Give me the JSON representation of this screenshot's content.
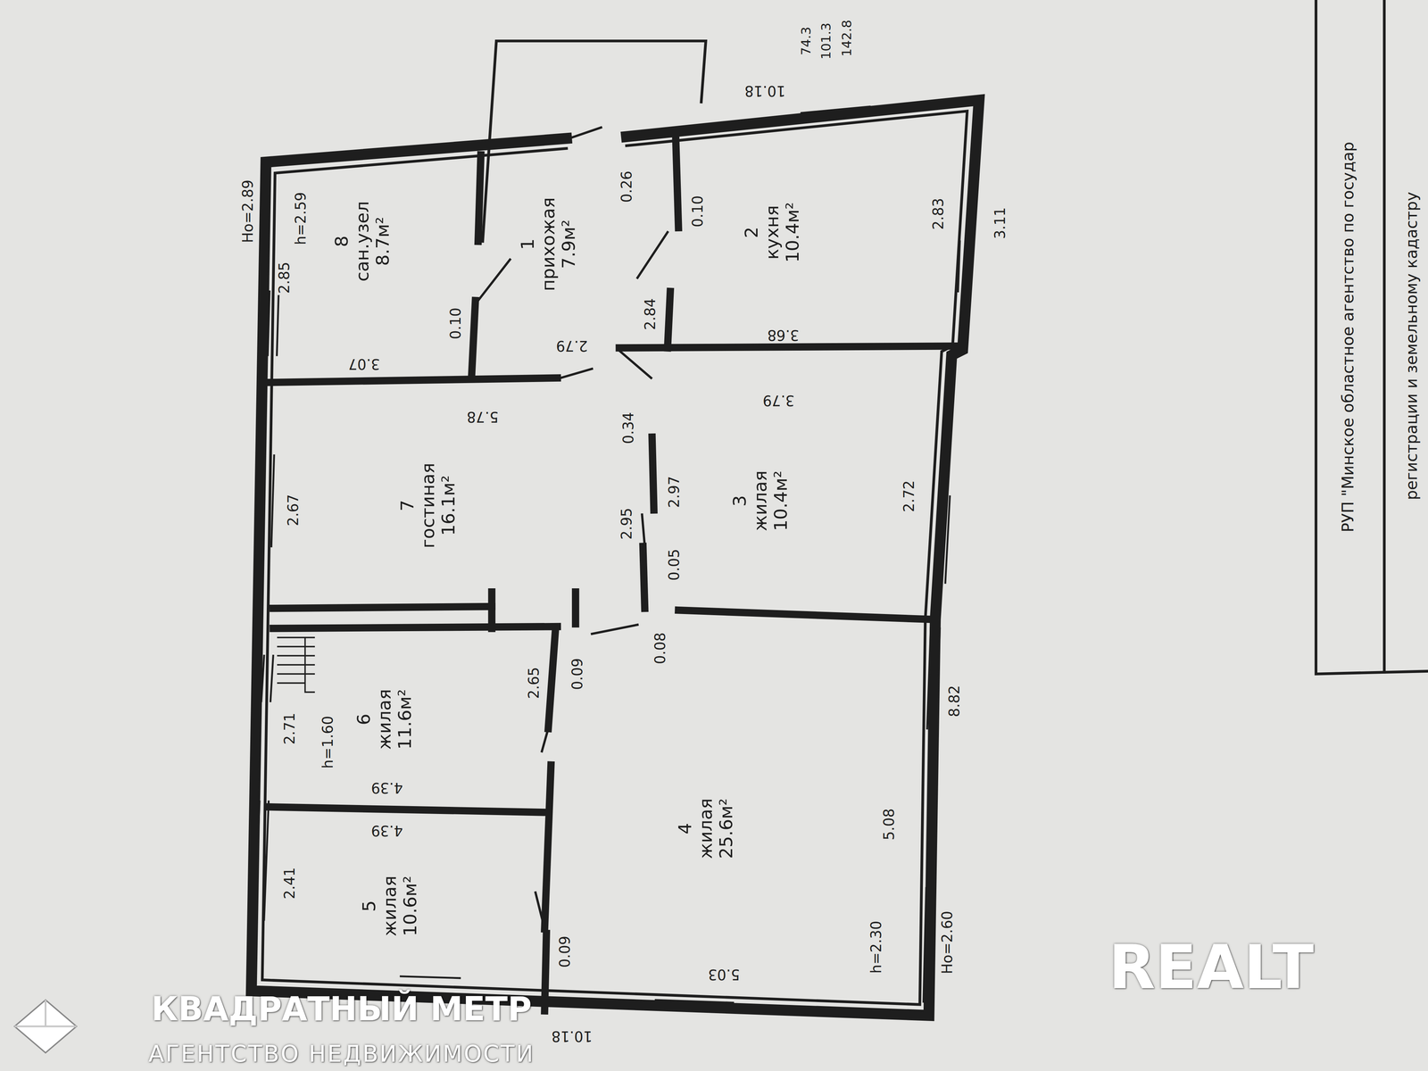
{
  "diagram": {
    "nodes": [
      {
        "text": [
          "1",
          "прихожая",
          "7.9м²"
        ]
      },
      {
        "text": [
          "2",
          "кухня",
          "10.4м²"
        ]
      },
      {
        "text": [
          "3",
          "жилая",
          "10.4м²"
        ]
      },
      {
        "text": [
          "4",
          "жилая",
          "25.6м²"
        ]
      },
      {
        "text": [
          "5",
          "жилая",
          "10.6м²"
        ]
      },
      {
        "text": [
          "6",
          "жилая",
          "11.6м²"
        ]
      },
      {
        "text": [
          "7",
          "гостиная",
          "16.1м²"
        ]
      },
      {
        "text": [
          "8",
          "сан.узел",
          "8.7м²"
        ]
      }
    ],
    "labels": [
      "74.3",
      "101.3",
      "142.8",
      "10.18",
      "Но=2.89",
      "h=2.59",
      "2.85",
      "0.10",
      "3.07",
      "0.26",
      "0.10",
      "2.84",
      "2.79",
      "2.83",
      "3.11",
      "3.68",
      "5.78",
      "0.34",
      "3.79",
      "2.97",
      "2.67",
      "2.95",
      "0.05",
      "2.72",
      "0.09",
      "0.08",
      "2.65",
      "2.71",
      "h=1.60",
      "8.82",
      "4.39",
      "4.39",
      "5.08",
      "2.41",
      "0.09",
      "h=2.30",
      "Но=2.60",
      "5.03",
      "10.18",
      "РУП \"Минское областное агентство по государ",
      "регистрации и земельному кадастру",
      "REALT",
      "КВАДРАТНЫЙ МЕТР",
      "АГЕНТСТВО НЕДВИЖИМОСТИ"
    ]
  }
}
